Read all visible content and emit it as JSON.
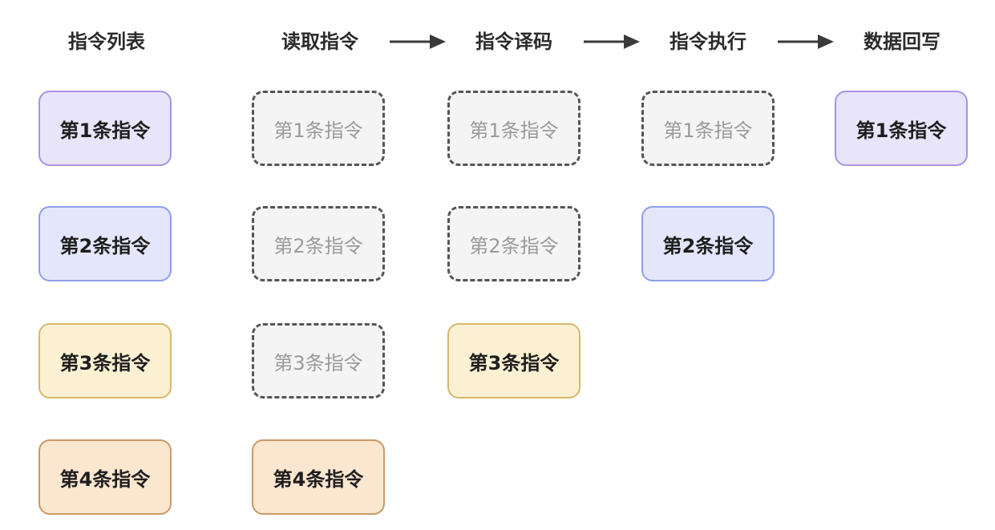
{
  "headers": {
    "list": "指令列表",
    "fetch": "读取指令",
    "decode": "指令译码",
    "execute": "指令执行",
    "writeback": "数据回写"
  },
  "instructions": {
    "i1": "第1条指令",
    "i2": "第2条指令",
    "i3": "第3条指令",
    "i4": "第4条指令"
  },
  "colors": {
    "purple_fill": "#e8e4f9",
    "purple_border": "#a893e0",
    "blue_fill": "#e4e7fb",
    "blue_border": "#8f9ee8",
    "yellow_fill": "#fbf1d2",
    "yellow_border": "#d6b86c",
    "orange_fill": "#fbe6cf",
    "orange_border": "#c99a68",
    "ghost_fill": "#f4f4f4",
    "ghost_border": "#555555",
    "arrow": "#3a3a3a"
  }
}
